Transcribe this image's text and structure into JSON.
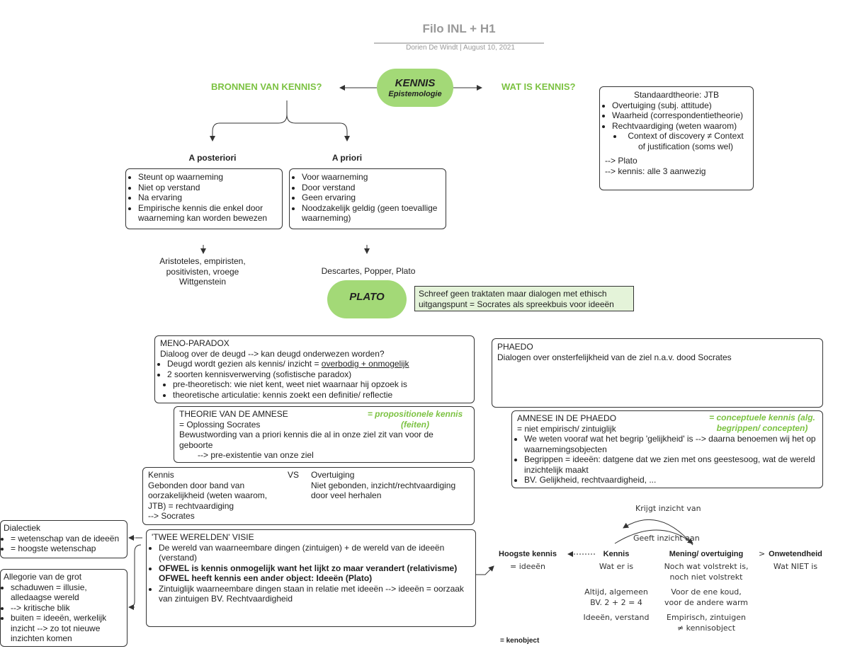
{
  "header": {
    "title": "Filo INL + H1",
    "subtitle": "Dorien De Windt  |  August 10, 2021"
  },
  "kennis_pill": {
    "title": "KENNIS",
    "sub": "Epistemologie"
  },
  "bronnen": "BRONNEN VAN KENNIS?",
  "wat_is": "WAT IS KENNIS?",
  "jtb": {
    "title": "Standaardtheorie: JTB",
    "items": [
      "Overtuiging (subj. attitude)",
      "Waarheid (correspondentietheorie)",
      "Rechtvaardiging (weten waarom)"
    ],
    "sub": "Context of discovery ≠ Context of justification (soms wel)",
    "l1": "--> Plato",
    "l2": "--> kennis: alle 3 aanwezig"
  },
  "posteriori": {
    "title": "A posteriori",
    "items": [
      "Steunt op waarneming",
      "Niet op verstand",
      "Na ervaring",
      "Empirische kennis die enkel door waarneming kan worden bewezen"
    ],
    "people": "Aristoteles, empiristen, positivisten, vroege Wittgenstein"
  },
  "priori": {
    "title": "A priori",
    "items": [
      "Voor waarneming",
      "Door verstand",
      "Geen ervaring",
      "Noodzakelijk geldig (geen toevallige waarneming)"
    ],
    "people": "Descartes, Popper, Plato"
  },
  "plato": {
    "title": "PLATO",
    "note": "Schreef geen traktaten maar dialogen met ethisch uitgangspunt = Socrates als spreekbuis voor ideeën"
  },
  "meno": {
    "title": "MENO-PARADOX",
    "l1": "Dialoog over de deugd --> kan deugd onderwezen worden?",
    "i1a": "Deugd wordt gezien als kennis/ inzicht = ",
    "i1b": "overbodig + onmogelijk",
    "i2": "2 soorten kennisverwerving (sofistische paradox)",
    "s1": "pre-theoretisch: wie niet kent, weet niet waarnaar hij opzoek is",
    "s2": "theoretische articulatie: kennis zoekt een definitie/ reflectie"
  },
  "amnese": {
    "title": "THEORIE VAN DE AMNESE",
    "tag": "= propositionele kennis (feiten)",
    "l1": "= Oplossing Socrates",
    "l2": "Bewustwording van a priori kennis die al in onze ziel zit van voor de geboorte",
    "l3": "--> pre-existentie van onze ziel"
  },
  "phaedo": {
    "title": "PHAEDO",
    "l1": "Dialogen over onsterfelijkheid van de ziel n.a.v. dood Socrates"
  },
  "amnese_phaedo": {
    "title": "AMNESE IN DE PHAEDO",
    "tag": "= conceptuele kennis (alg. begrippen/ concepten)",
    "l1": "= niet empirisch/ zintuiglijk",
    "items": [
      "We weten vooraf wat het begrip 'gelijkheid' is --> daarna benoemen wij het op waarnemingsobjecten",
      "Begrippen = ideeën: datgene dat we zien met ons geestesoog, wat de wereld inzichtelijk maakt",
      "BV. Gelijkheid, rechtvaardigheid, ..."
    ]
  },
  "vs": {
    "k_title": "Kennis",
    "vs": "VS",
    "o_title": "Overtuiging",
    "k_body": "Gebonden door band van oorzakelijkheid (weten waarom, JTB) = rechtvaardiging",
    "k_last": "--> Socrates",
    "o_body": "Niet gebonden, inzicht/rechtvaardiging door veel herhalen"
  },
  "twee": {
    "title": "'TWEE WERELDEN' VISIE",
    "items": [
      "De wereld van waarneembare dingen (zintuigen) + de wereld van de ideeën (verstand)",
      "OFWEL is kennis onmogelijk want het lijkt zo maar verandert (relativisme) OFWEL heeft kennis een ander object: Ideeën (Plato)",
      "Zintuiglijk waarneembare dingen staan in relatie met ideeën --> ideeën = oorzaak van zintuigen BV. Rechtvaardigheid"
    ]
  },
  "dialectiek": {
    "title": "Dialectiek",
    "items": [
      "= wetenschap van de ideeën",
      "= hoogste wetenschap"
    ]
  },
  "allegorie": {
    "title": "Allegorie van de grot",
    "items": [
      "schaduwen = illusie, alledaagse wereld",
      "--> kritische blik",
      "buiten = ideeën, werkelijk inzicht --> zo tot nieuwe inzichten komen"
    ]
  },
  "scale": {
    "krijgt": "Krijgt inzicht van",
    "geeft": "Geeft inzicht aan",
    "hoogste": "Hoogste kennis",
    "hoogste_s": "= ideeën",
    "kennis": "Kennis",
    "kennis_s": "Wat er is",
    "kennis_a": "Altijd, algemeen",
    "kennis_b": "BV. 2 + 2 = 4",
    "kennis_c": "Ideeën, verstand",
    "mening": "Mening/ overtuiging",
    "mening_s1": "Noch wat volstrekt is,",
    "mening_s2": "noch niet volstrekt",
    "mening_a": "Voor de ene koud,",
    "mening_b": "voor de andere warm",
    "mening_c": "Empirisch, zintuigen",
    "mening_d": "≠ kennisobject",
    "gt": ">",
    "onwetend": "Onwetendheid",
    "onwetend_s": "Wat NIET is",
    "footer": "= kenobject"
  }
}
